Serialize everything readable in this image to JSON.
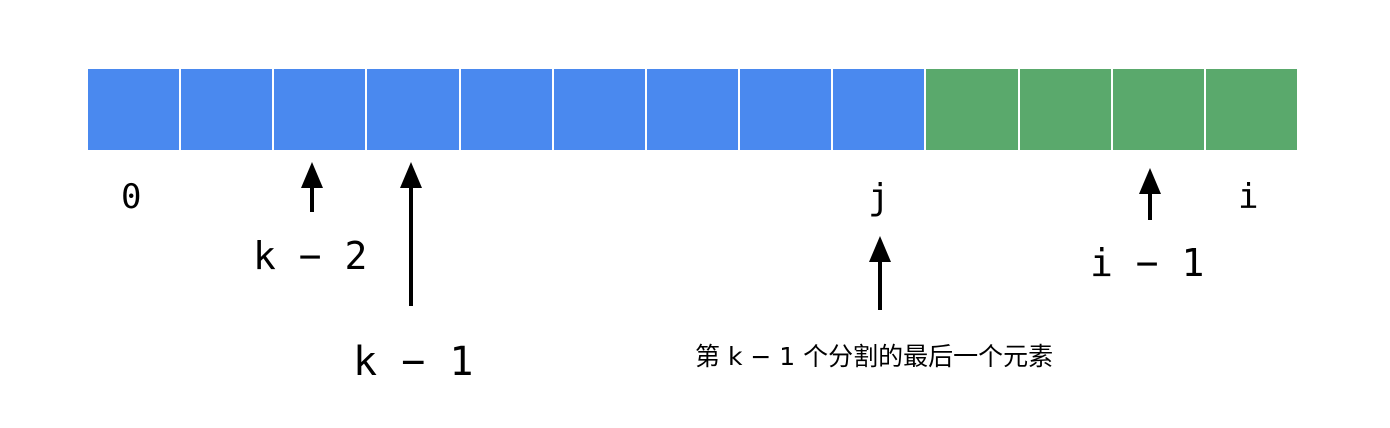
{
  "array": {
    "colors": {
      "blue": "#4a89ef",
      "green": "#5aa96c"
    },
    "cells": [
      "blue",
      "blue",
      "blue",
      "blue",
      "blue",
      "blue",
      "blue",
      "blue",
      "blue",
      "green",
      "green",
      "green",
      "green"
    ]
  },
  "labels": {
    "zero": "0",
    "k_minus_2": "k − 2",
    "k_minus_1": "k − 1",
    "j": "j",
    "i_minus_1": "i − 1",
    "i": "i",
    "note": "第 k − 1 个分割的最后一个元素"
  }
}
